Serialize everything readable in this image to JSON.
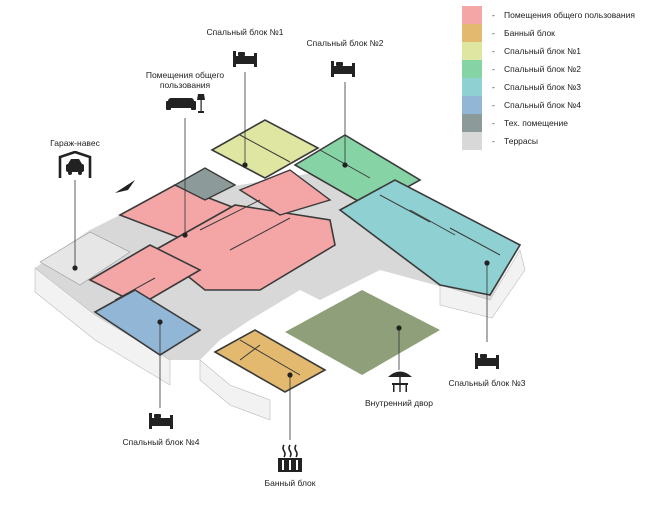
{
  "legend": [
    {
      "label": "Помещения общего пользования",
      "color": "#f4a6a6"
    },
    {
      "label": "Банный блок",
      "color": "#e3b96f"
    },
    {
      "label": "Спальный блок №1",
      "color": "#dfe6a2"
    },
    {
      "label": "Спальный блок №2",
      "color": "#86d4a6"
    },
    {
      "label": "Спальный блок №3",
      "color": "#8fd0d2"
    },
    {
      "label": "Спальный блок №4",
      "color": "#92b6d6"
    },
    {
      "label": "Тех. помещение",
      "color": "#8d9a9a"
    },
    {
      "label": "Террасы",
      "color": "#d8d8d8"
    }
  ],
  "legend_dash": "-",
  "callouts": {
    "block1": "Спальный блок №1",
    "block2": "Спальный блок №2",
    "common_line1": "Помещения общего",
    "common_line2": "пользования",
    "garage": "Гараж-навес",
    "block3": "Спальный блок №3",
    "block4": "Спальный блок №4",
    "bath": "Банный блок",
    "courtyard": "Внутренний двор"
  },
  "icons": {
    "block1": "bed-icon",
    "block2": "bed-icon",
    "common": "sofa-lamp-icon",
    "garage": "garage-car-icon",
    "block3": "bed-icon",
    "block4": "bed-icon",
    "bath": "sauna-icon",
    "courtyard": "table-umbrella-icon"
  },
  "colors": {
    "wall": "#3a3a3a",
    "terrace": "#d8d8d8",
    "courtyard": "#8f9f7a",
    "facade": "#f4f4f4"
  }
}
